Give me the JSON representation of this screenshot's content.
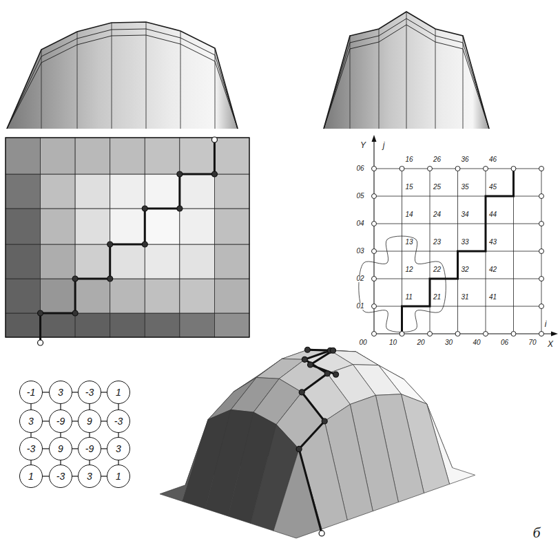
{
  "diagram": {
    "nodes": [
      {
        "text": [
          "-1"
        ]
      },
      {
        "text": [
          "3"
        ]
      },
      {
        "text": [
          "-3"
        ]
      },
      {
        "text": [
          "1"
        ]
      },
      {
        "text": [
          "3"
        ]
      },
      {
        "text": [
          "-9"
        ]
      },
      {
        "text": [
          "9"
        ]
      },
      {
        "text": [
          "-3"
        ]
      },
      {
        "text": [
          "-3"
        ]
      },
      {
        "text": [
          "9"
        ]
      },
      {
        "text": [
          "-9"
        ]
      },
      {
        "text": [
          "3"
        ]
      },
      {
        "text": [
          "1"
        ]
      },
      {
        "text": [
          "-3"
        ]
      },
      {
        "text": [
          "3"
        ]
      },
      {
        "text": [
          "1"
        ]
      }
    ],
    "edges": [
      {
        "from": 0,
        "to": 1,
        "arrow": "none"
      },
      {
        "from": 1,
        "to": 2,
        "arrow": "none"
      },
      {
        "from": 2,
        "to": 3,
        "arrow": "none"
      },
      {
        "from": 4,
        "to": 5,
        "arrow": "none"
      },
      {
        "from": 5,
        "to": 6,
        "arrow": "none"
      },
      {
        "from": 6,
        "to": 7,
        "arrow": "none"
      },
      {
        "from": 8,
        "to": 9,
        "arrow": "none"
      },
      {
        "from": 9,
        "to": 10,
        "arrow": "none"
      },
      {
        "from": 10,
        "to": 11,
        "arrow": "none"
      },
      {
        "from": 12,
        "to": 13,
        "arrow": "none"
      },
      {
        "from": 13,
        "to": 14,
        "arrow": "none"
      },
      {
        "from": 14,
        "to": 15,
        "arrow": "none"
      },
      {
        "from": 0,
        "to": 4,
        "arrow": "none"
      },
      {
        "from": 1,
        "to": 5,
        "arrow": "none"
      },
      {
        "from": 2,
        "to": 6,
        "arrow": "none"
      },
      {
        "from": 3,
        "to": 7,
        "arrow": "none"
      },
      {
        "from": 4,
        "to": 8,
        "arrow": "none"
      },
      {
        "from": 5,
        "to": 9,
        "arrow": "none"
      },
      {
        "from": 6,
        "to": 10,
        "arrow": "none"
      },
      {
        "from": 7,
        "to": 11,
        "arrow": "none"
      },
      {
        "from": 8,
        "to": 12,
        "arrow": "none"
      },
      {
        "from": 9,
        "to": 13,
        "arrow": "none"
      },
      {
        "from": 10,
        "to": 14,
        "arrow": "none"
      },
      {
        "from": 11,
        "to": 15,
        "arrow": "none"
      }
    ],
    "labels": [
      "16",
      "26",
      "36",
      "46",
      "15",
      "25",
      "35",
      "45",
      "14",
      "24",
      "34",
      "44",
      "13",
      "23",
      "33",
      "43",
      "12",
      "22",
      "32",
      "42",
      "11",
      "21",
      "31",
      "41",
      "Y",
      "j",
      "06",
      "05",
      "04",
      "03",
      "02",
      "01",
      "00",
      "10",
      "20",
      "30",
      "40",
      "06",
      "70",
      "i",
      "X",
      "б"
    ]
  }
}
